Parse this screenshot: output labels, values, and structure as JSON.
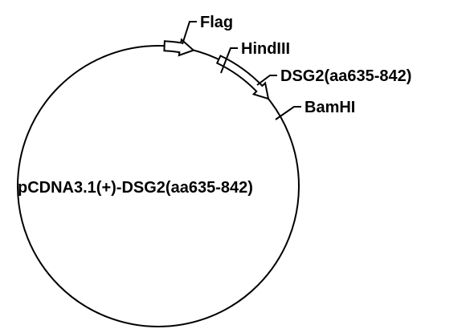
{
  "plasmid": {
    "name": "pCDNA3.1(+)-DSG2(aa635-842)"
  },
  "features": [
    {
      "label": "Flag",
      "kind": "tag"
    },
    {
      "label": "DSG2(aa635-842)",
      "kind": "insert"
    }
  ],
  "sites": [
    {
      "label": "HindIII"
    },
    {
      "label": "BamHI"
    }
  ],
  "colors": {
    "line": "#000000",
    "feature_fill": "#ffffff",
    "background": "#ffffff"
  }
}
